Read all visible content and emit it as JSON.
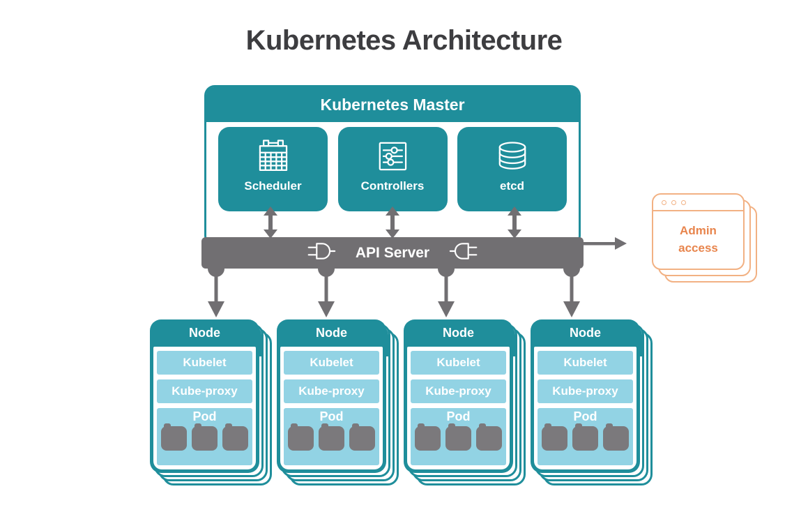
{
  "title": "Kubernetes Architecture",
  "master": {
    "title": "Kubernetes Master",
    "components": [
      {
        "label": "Scheduler",
        "icon": "calendar-icon"
      },
      {
        "label": "Controllers",
        "icon": "sliders-icon"
      },
      {
        "label": "etcd",
        "icon": "database-icon"
      }
    ]
  },
  "api_server": {
    "label": "API Server",
    "left_icon": "plug-icon",
    "right_icon": "socket-icon"
  },
  "admin_access": {
    "line1": "Admin",
    "line2": "access",
    "icon": "browser-window-stack-icon"
  },
  "nodes": [
    {
      "title": "Node",
      "components": [
        "Kubelet",
        "Kube-proxy"
      ],
      "pod": {
        "label": "Pod",
        "container_count": 3
      }
    },
    {
      "title": "Node",
      "components": [
        "Kubelet",
        "Kube-proxy"
      ],
      "pod": {
        "label": "Pod",
        "container_count": 3
      }
    },
    {
      "title": "Node",
      "components": [
        "Kubelet",
        "Kube-proxy"
      ],
      "pod": {
        "label": "Pod",
        "container_count": 3
      }
    },
    {
      "title": "Node",
      "components": [
        "Kubelet",
        "Kube-proxy"
      ],
      "pod": {
        "label": "Pod",
        "container_count": 3
      }
    }
  ],
  "colors": {
    "teal": "#1f8e9b",
    "gray": "#716f72",
    "light_blue": "#92d3e4",
    "pod_gray": "#7b797c",
    "orange_border": "#f2b183",
    "orange_text": "#e8854d",
    "title_text": "#3d3d40"
  }
}
